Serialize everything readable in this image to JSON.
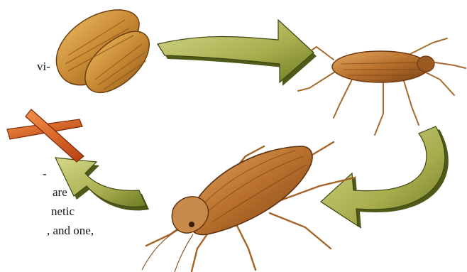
{
  "text_fragments": [
    "vi-",
    "are",
    "netic",
    ", and one,",
    "-"
  ],
  "colors": {
    "arrow_fill": "#b9bd62",
    "arrow_shadow": "#4f5a18",
    "egg_case": "#c98a34",
    "cross": "#d8541a",
    "roach_body": "#b8702c"
  },
  "icons": [
    "egg-case-icon",
    "cross-icon",
    "nymph-cockroach-icon",
    "adult-cockroach-icon",
    "curved-arrow-icon"
  ]
}
